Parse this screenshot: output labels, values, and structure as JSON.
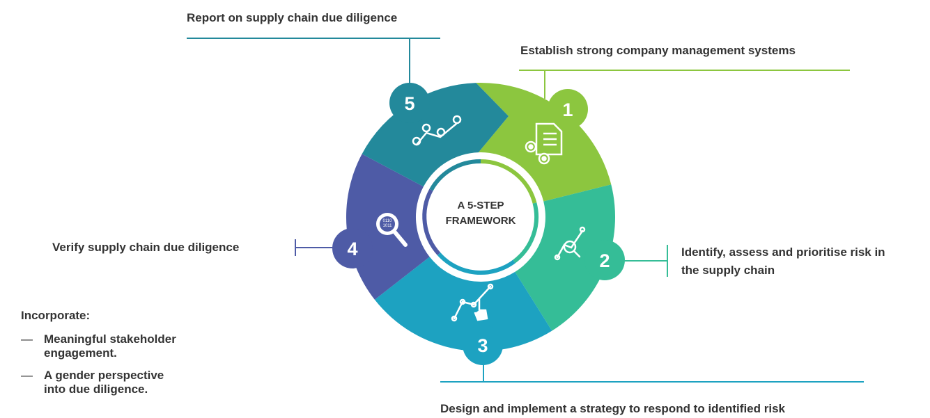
{
  "center": {
    "line1": "A 5-STEP",
    "line2": "FRAMEWORK"
  },
  "steps": [
    {
      "number": "1",
      "label": "Establish strong company management systems",
      "color": "#8cc63f"
    },
    {
      "number": "2",
      "label_line1": "Identify, assess and prioritise risk in",
      "label_line2": "the supply chain",
      "color": "#35bd97"
    },
    {
      "number": "3",
      "label": "Design and implement a strategy to respond to identified risk",
      "color": "#1da2c1"
    },
    {
      "number": "4",
      "label": "Verify supply chain due diligence",
      "color": "#4e5ba6"
    },
    {
      "number": "5",
      "label": "Report on supply chain due diligence",
      "color": "#23899b"
    }
  ],
  "incorporate": {
    "heading": "Incorporate:",
    "items": [
      {
        "dash": "—",
        "line1": "Meaningful stakeholder",
        "line2": "engagement."
      },
      {
        "dash": "—",
        "line1": "A gender perspective",
        "line2": "into due diligence."
      }
    ]
  }
}
